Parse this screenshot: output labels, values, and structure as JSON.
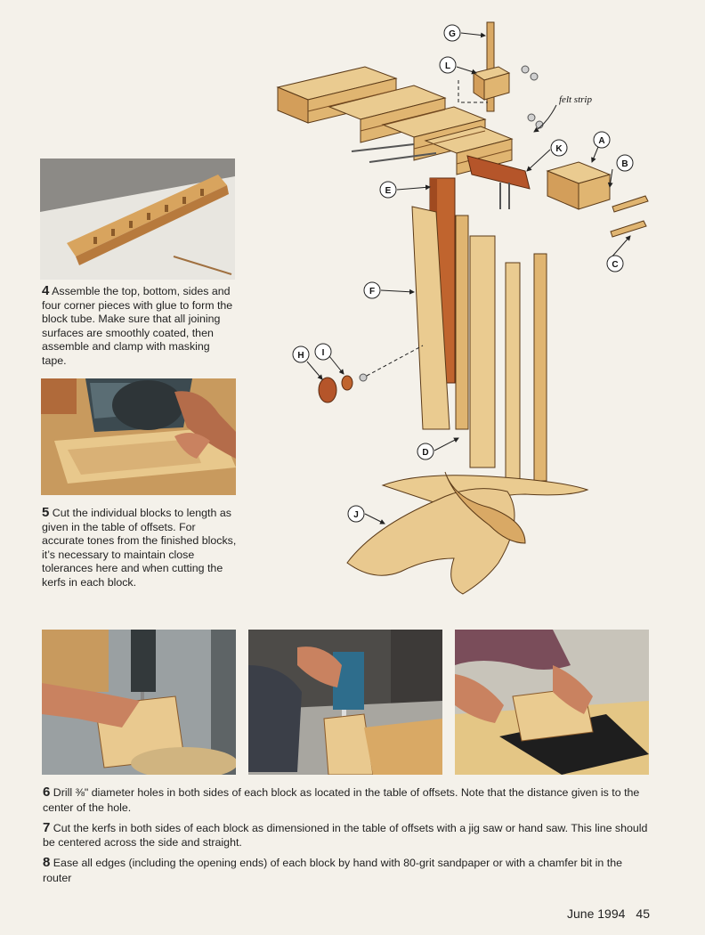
{
  "captions": {
    "step4": {
      "num": "4",
      "text": "Assemble the top, bottom, sides and four corner pieces with glue to form the block tube. Make sure that all joining surfaces are smoothly coated, then assemble and clamp with masking tape."
    },
    "step5": {
      "num": "5",
      "text": "Cut the individual blocks to length as given in the table of offsets. For accurate tones from the finished blocks, it’s necessary to maintain close tolerances here and when cutting the kerfs in each block."
    }
  },
  "steps": [
    {
      "num": "6",
      "text": "Drill ⅜\" diameter holes in both sides of each block as located in the table of offsets. Note that the distance given is to the center of the hole."
    },
    {
      "num": "7",
      "text": "Cut the kerfs in both sides of each block as dimensioned in the table of offsets with a jig saw or hand saw. This line should be centered across the side and straight."
    },
    {
      "num": "8",
      "text": "Ease all edges (including the opening ends) of each block by hand with 80-grit sandpaper or with a chamfer bit in the router"
    }
  ],
  "diagram": {
    "labels": {
      "G": "G",
      "L": "L",
      "K": "K",
      "A": "A",
      "B": "B",
      "C": "C",
      "E": "E",
      "F": "F",
      "H": "H",
      "I": "I",
      "D": "D",
      "J": "J"
    },
    "felt_strip": "felt strip"
  },
  "folio": {
    "date": "June 1994",
    "page": "45"
  },
  "colors": {
    "wood_light": "#e9c98f",
    "wood_mid": "#d9a965",
    "wood_dark": "#b87a3c",
    "redwood": "#b5552a",
    "paper": "#f4f1ea"
  }
}
